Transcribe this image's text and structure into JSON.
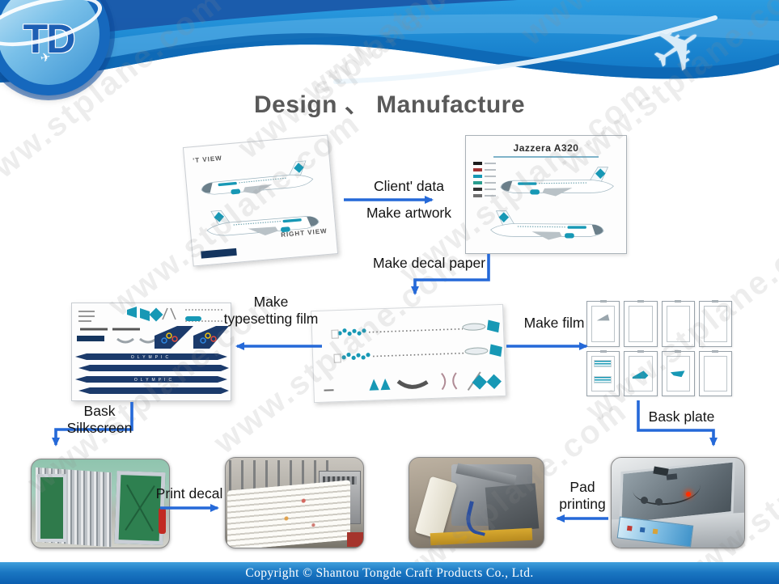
{
  "watermark": "www.stplane.com",
  "icons": {
    "airplane": "✈"
  },
  "header": {
    "logo_text": "TD"
  },
  "title": "Design 、 Manufacture",
  "artwork_left": {
    "view_top": "'T VIEW",
    "view_bottom": "RIGHT VIEW"
  },
  "artwork_right": {
    "title": "Jazzera A320"
  },
  "decal_sheet": {
    "airline_text": "OLYMPIC"
  },
  "steps": {
    "client_data": "Client' data",
    "make_artwork": "Make artwork",
    "make_decal_paper": "Make decal paper",
    "make_typesetting_film": "Make typesetting film",
    "make_film": "Make film",
    "bask_silkscreen": "Bask Silkscreen",
    "bask_plate": "Bask plate",
    "print_decal": "Print decal",
    "pad_printing": "Pad printing"
  },
  "footer": {
    "copyright": "Copyright ©  Shantou Tongde Craft Products Co., Ltd."
  },
  "colors": {
    "accent_teal": "#1798b5",
    "arrow_blue": "#2569d8",
    "navy": "#1b3a6b",
    "header_blue": "#1b8ad6",
    "footer_blue": "#0d64b2",
    "title_gray": "#595959"
  }
}
